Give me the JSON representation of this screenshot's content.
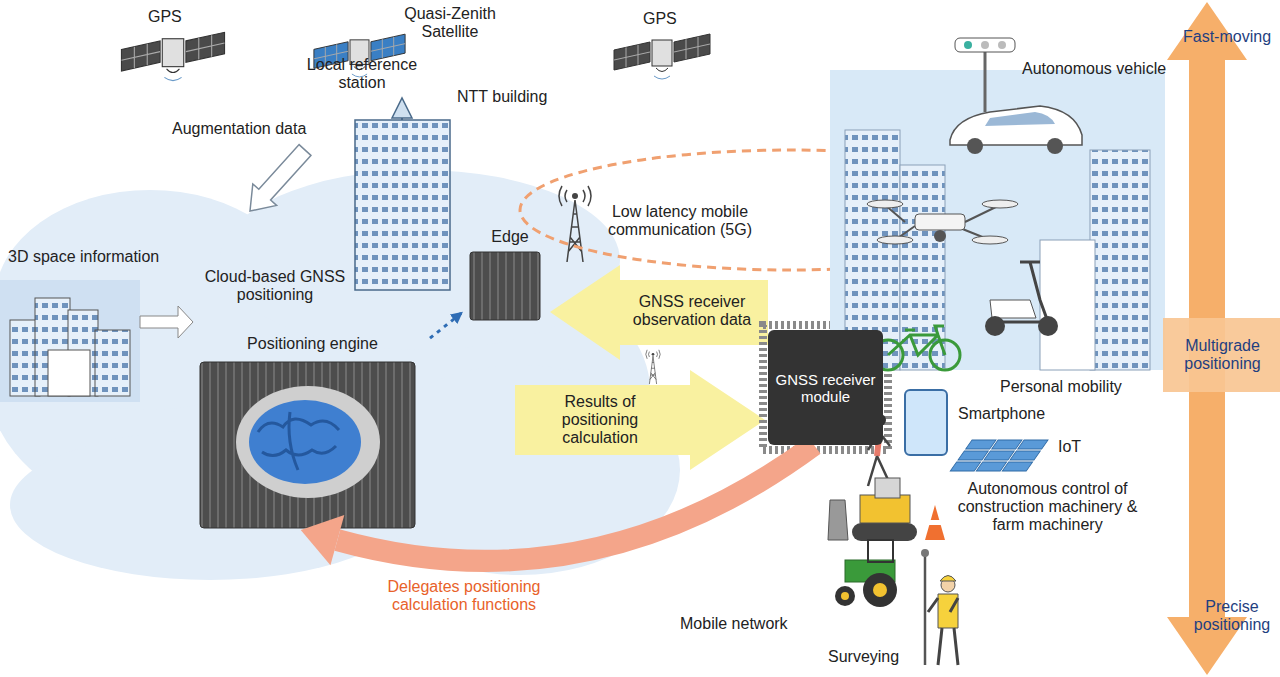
{
  "diagram": {
    "nodes": [
      {
        "text": [
          "Positioning engine"
        ]
      },
      {
        "text": [
          "Edge"
        ]
      },
      {
        "text": [
          "GNSS receiver module"
        ]
      },
      {
        "text": [
          "Multigrade positioning"
        ]
      }
    ],
    "edges": [
      {
        "from": 0,
        "to": 1,
        "arrow": "to"
      },
      {
        "from": 2,
        "to": 0,
        "label": "Delegates positioning calculation functions",
        "arrow": "to"
      }
    ],
    "labels": [
      "GPS",
      "Quasi-Zenith Satellite",
      "GPS",
      "Local reference station",
      "NTT building",
      "Augmentation data",
      "3D space information",
      "Cloud-based GNSS positioning",
      "Low latency mobile communication (5G)",
      "GNSS receiver observation data",
      "Results of positioning calculation",
      "Mobile network",
      "Autonomous vehicle",
      "Personal mobility",
      "Smartphone",
      "IoT",
      "Autonomous control of construction machinery & farm machinery",
      "Surveying",
      "Fast-moving",
      "Precise positioning"
    ]
  }
}
